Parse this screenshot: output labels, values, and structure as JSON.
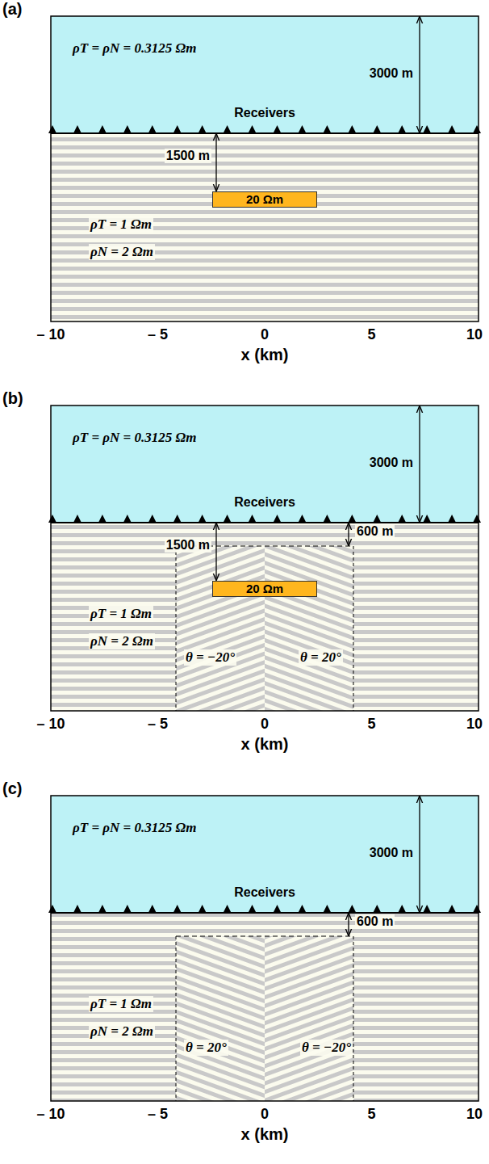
{
  "diagram": {
    "nodes": [
      {
        "text": [
          "20 Ωm"
        ]
      },
      {
        "text": [
          "20 Ωm"
        ]
      }
    ],
    "labels": [
      "(a)",
      "ρT = ρN = 0.3125 Ωm",
      "3000 m",
      "Receivers",
      "1500 m",
      "ρT = 1 Ωm",
      "ρN = 2 Ωm",
      "– 10",
      "– 5",
      "0",
      "5",
      "10",
      "x (km)",
      "(b)",
      "ρT = ρN = 0.3125 Ωm",
      "3000 m",
      "Receivers",
      "1500 m",
      "600 m",
      "ρT = 1 Ωm",
      "ρN = 2 Ωm",
      "θ = −20°",
      "θ = 20°",
      "– 10",
      "– 5",
      "0",
      "5",
      "10",
      "x (km)",
      "(c)",
      "ρT = ρN = 0.3125 Ωm",
      "3000 m",
      "Receivers",
      "600 m",
      "ρT = 1 Ωm",
      "ρN = 2 Ωm",
      "θ = 20°",
      "θ = −20°",
      "– 10",
      "– 5",
      "0",
      "5",
      "10",
      "x (km)"
    ]
  }
}
